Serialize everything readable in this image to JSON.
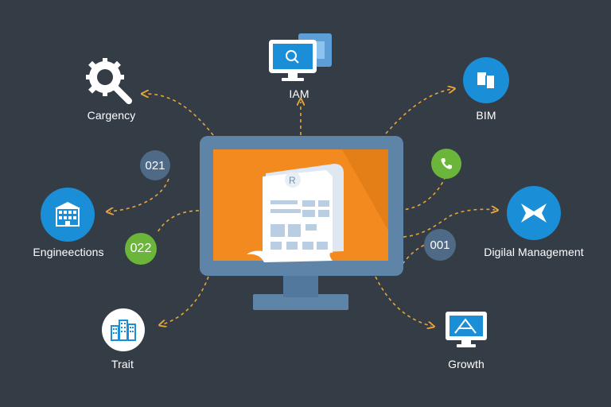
{
  "colors": {
    "background": "#343c46",
    "monitor_frame": "#5e84a8",
    "screen": "#f28a1f",
    "connector": "#e8a43a",
    "blue": "#1a8fd8",
    "green": "#6bb53a",
    "slate": "#4e6a86"
  },
  "center": {
    "document_icon": "report-document-icon",
    "doc_mark": "R"
  },
  "nodes": {
    "iam": {
      "label": "IAM",
      "icon": "monitor-search-icon"
    },
    "cargency": {
      "label": "Cargency",
      "icon": "magnifier-gear-icon"
    },
    "bim": {
      "label": "BIM",
      "icon": "documents-icon"
    },
    "engineections": {
      "label": "Engineections",
      "icon": "building-icon"
    },
    "digital_management": {
      "label": "Digilal Management",
      "icon": "bowtie-icon"
    },
    "trait": {
      "label": "Trait",
      "icon": "city-buildings-icon"
    },
    "growth": {
      "label": "Growth",
      "icon": "monitor-chart-icon"
    }
  },
  "badges": {
    "b021": "021",
    "b022": "022",
    "b001": "001",
    "phone_icon": "phone-icon"
  }
}
